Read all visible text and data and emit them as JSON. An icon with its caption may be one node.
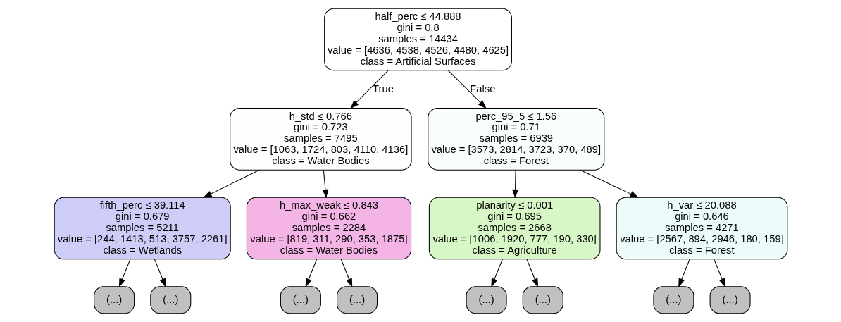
{
  "diagram": {
    "nodes": [
      {
        "text": [
          "half_perc ≤ 44.888",
          "gini = 0.8",
          "samples = 14434",
          "value = [4636, 4538, 4526, 4480, 4625]",
          "class = Artificial Surfaces"
        ]
      },
      {
        "text": [
          "h_std ≤ 0.766",
          "gini = 0.723",
          "samples = 7495",
          "value = [1063, 1724, 803, 4110, 4136]",
          "class = Water Bodies"
        ]
      },
      {
        "text": [
          "perc_95_5 ≤ 1.56",
          "gini = 0.71",
          "samples = 6939",
          "value = [3573, 2814, 3723, 370, 489]",
          "class = Forest"
        ]
      },
      {
        "text": [
          "fifth_perc ≤ 39.114",
          "gini = 0.679",
          "samples = 5211",
          "value = [244, 1413, 513, 3757, 2261]",
          "class = Wetlands"
        ]
      },
      {
        "text": [
          "h_max_weak ≤ 0.843",
          "gini = 0.662",
          "samples = 2284",
          "value = [819, 311, 290, 353, 1875]",
          "class = Water Bodies"
        ]
      },
      {
        "text": [
          "planarity ≤ 0.001",
          "gini = 0.695",
          "samples = 2668",
          "value = [1006, 1920, 777, 190, 330]",
          "class = Agriculture"
        ]
      },
      {
        "text": [
          "h_var ≤ 20.088",
          "gini = 0.646",
          "samples = 4271",
          "value = [2567, 894, 2946, 180, 159]",
          "class = Forest"
        ]
      },
      {
        "text": [
          "(...)"
        ]
      },
      {
        "text": [
          "(...)"
        ]
      },
      {
        "text": [
          "(...)"
        ]
      },
      {
        "text": [
          "(...)"
        ]
      },
      {
        "text": [
          "(...)"
        ]
      },
      {
        "text": [
          "(...)"
        ]
      },
      {
        "text": [
          "(...)"
        ]
      },
      {
        "text": [
          "(...)"
        ]
      }
    ],
    "edges": [
      {
        "from": 0,
        "to": 1,
        "arrow": "to",
        "label": "True"
      },
      {
        "from": 0,
        "to": 2,
        "arrow": "to",
        "label": "False"
      },
      {
        "from": 1,
        "to": 3,
        "arrow": "to"
      },
      {
        "from": 1,
        "to": 4,
        "arrow": "to"
      },
      {
        "from": 2,
        "to": 5,
        "arrow": "to"
      },
      {
        "from": 2,
        "to": 6,
        "arrow": "to"
      },
      {
        "from": 3,
        "to": 7,
        "arrow": "to"
      },
      {
        "from": 3,
        "to": 8,
        "arrow": "to"
      },
      {
        "from": 4,
        "to": 9,
        "arrow": "to"
      },
      {
        "from": 4,
        "to": 10,
        "arrow": "to"
      },
      {
        "from": 5,
        "to": 11,
        "arrow": "to"
      },
      {
        "from": 5,
        "to": 12,
        "arrow": "to"
      },
      {
        "from": 6,
        "to": 13,
        "arrow": "to"
      },
      {
        "from": 6,
        "to": 14,
        "arrow": "to"
      }
    ]
  }
}
